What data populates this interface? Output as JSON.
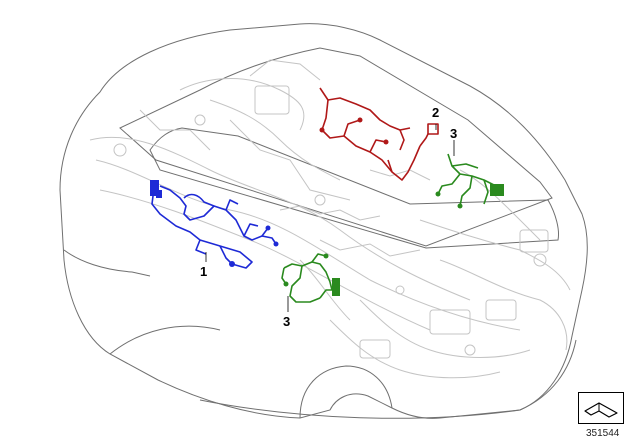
{
  "callouts": [
    {
      "label": "1"
    },
    {
      "label": "2"
    },
    {
      "label": "3"
    },
    {
      "label": "3"
    }
  ],
  "reference_number": "351544",
  "colors": {
    "harness_1": "#1e2ad6",
    "harness_2": "#b01818",
    "harness_3": "#2a8a1e",
    "body_outline": "#6e6e6e",
    "ghost_parts": "#c4c4c4"
  },
  "icons": {
    "catalog_symbol": "wiring-harness-symbol-icon"
  }
}
